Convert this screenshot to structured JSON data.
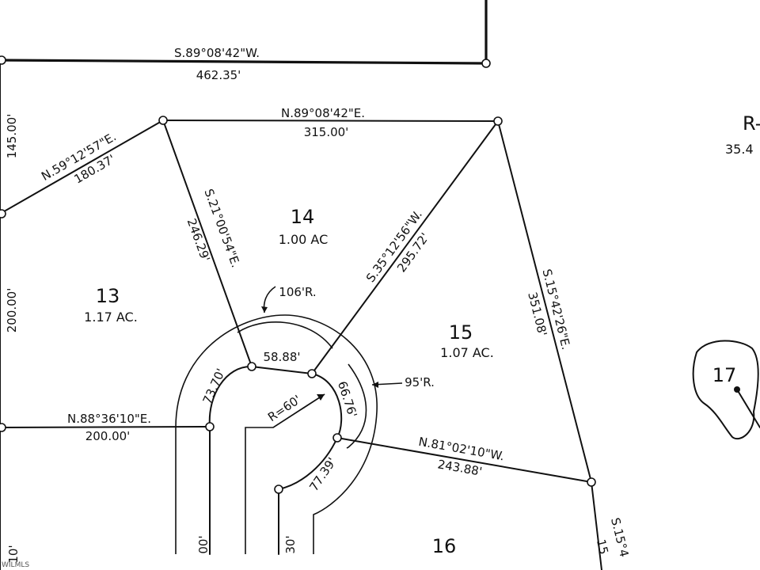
{
  "plat": {
    "lots": [
      {
        "number": "13",
        "area": "1.17 AC."
      },
      {
        "number": "14",
        "area": "1.00 AC"
      },
      {
        "number": "15",
        "area": "1.07 AC."
      },
      {
        "number": "16",
        "area": ""
      },
      {
        "number": "17",
        "area": ""
      }
    ],
    "bearings": {
      "top_line": "S.89°08'42\"W.",
      "lot14_north": "N.89°08'42\"E.",
      "lot13_ne": "N.59°12'57\"E.",
      "lot14_west": "S.21°00'54\"E.",
      "lot14_east": "S.35°12'56\"W.",
      "lot15_east": "S.15°42'26\"E.",
      "lot13_south": "N.88°36'10\"E.",
      "lot15_south": "N.81°02'10\"W.",
      "lot16_east_partial": "S.15°4",
      "right_partial": "R-"
    },
    "distances": {
      "top_line": "462.35'",
      "left_top": "145.00'",
      "lot14_north": "315.00'",
      "lot13_ne": "180.37'",
      "lot14_west": "246.29'",
      "lot14_east": "295.72'",
      "left_mid": "200.00'",
      "lot15_east": "351.08'",
      "lot13_south": "200.00'",
      "lot15_south": "243.88'",
      "right_partial": "35.4",
      "bottom_left": "00'",
      "bottom_mid": "30'",
      "bottom_right": "15",
      "bottom_edge": "10'"
    },
    "curves": {
      "arc_13": "73.70'",
      "arc_14": "58.88'",
      "arc_15": "66.76'",
      "arc_16": "77.39'",
      "radius_inner": "R=60'",
      "radius_outer1": "106'R.",
      "radius_outer2": "95'R."
    },
    "watermark": "WILMLS"
  }
}
